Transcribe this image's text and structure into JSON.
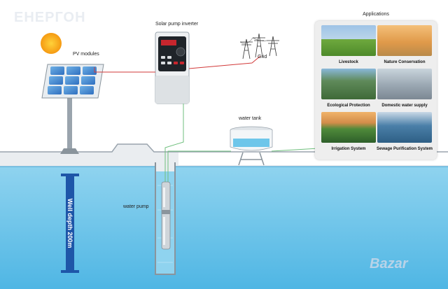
{
  "watermark": "ЕНЕРГОН",
  "pv_label": "PV modules",
  "inverter_label": "Solar pump inverter",
  "grid_label": "Grid",
  "tank_label": "water tank",
  "pump_label": "water pump",
  "depth_label": "Well depth 200m",
  "applications": {
    "title": "Applications",
    "items": [
      {
        "label": "Livestock"
      },
      {
        "label": "Nature Conservation"
      },
      {
        "label": "Ecological Protection"
      },
      {
        "label": "Domestic water supply"
      },
      {
        "label": "Irrigation System"
      },
      {
        "label": "Sewage Purification System"
      }
    ]
  },
  "brand_watermark": "Bazar",
  "colors": {
    "water": "#6ec6ea",
    "ground": "#eaedf0",
    "cable_red": "#d23a3a",
    "cable_green": "#6fbf7d",
    "depth_bar": "#1e56a8"
  }
}
